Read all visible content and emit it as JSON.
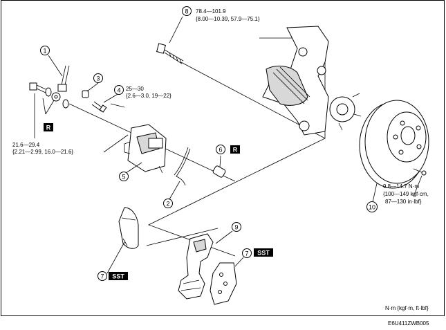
{
  "callouts": [
    {
      "num": "1"
    },
    {
      "num": "2"
    },
    {
      "num": "3"
    },
    {
      "num": "4"
    },
    {
      "num": "5"
    },
    {
      "num": "6"
    },
    {
      "num": "7"
    },
    {
      "num": "7"
    },
    {
      "num": "8"
    },
    {
      "num": "9"
    },
    {
      "num": "10"
    }
  ],
  "badges": {
    "r": "R",
    "sst": "SST"
  },
  "torque": {
    "bolt8_line1": "78.4—101.9",
    "bolt8_line2": "{8.00—10.39, 57.9—75.1}",
    "pin4_line1": "25—30",
    "pin4_line2": "{2.6—3.0, 19—22}",
    "bolt1_line1": "21.6—29.4",
    "bolt1_line2": "{2.21—2.99, 16.0—21.6}",
    "screw10_line1": "9.8—14.7 N·m",
    "screw10_line2": "{100—149 kgf·cm,",
    "screw10_line3": "87—130 in·lbf}"
  },
  "units_note": "N·m {kgf·m, ft·lbf}",
  "figure_code": "E6U411ZWB005"
}
